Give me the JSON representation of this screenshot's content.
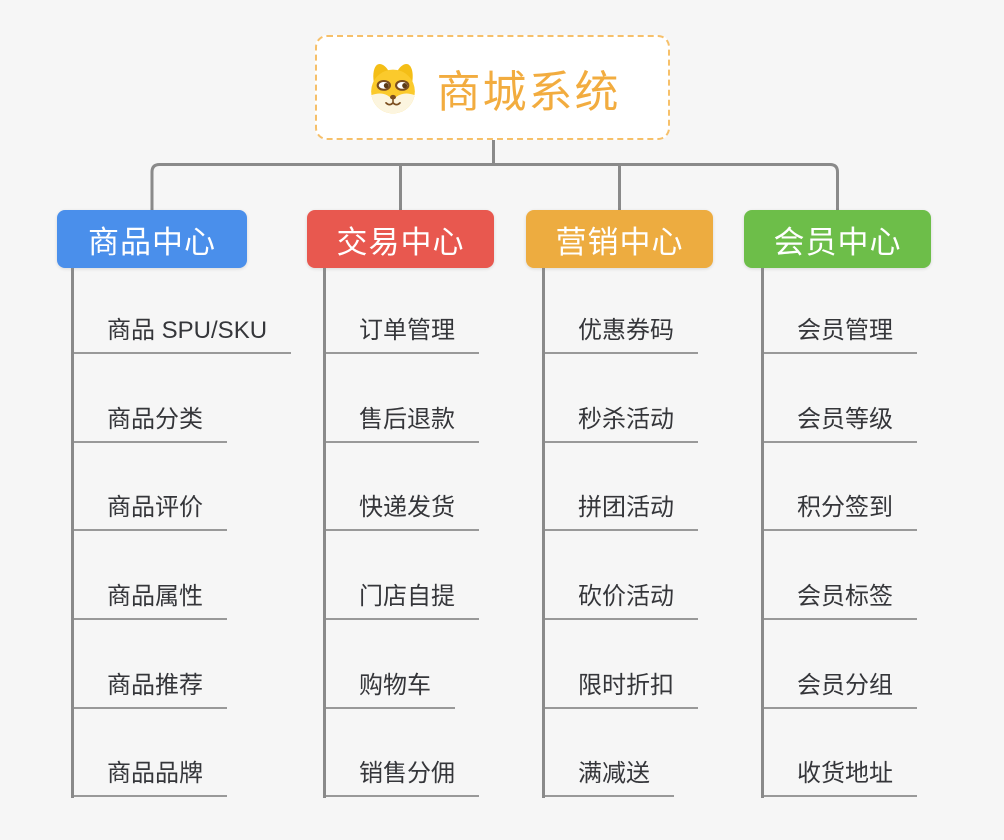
{
  "page": {
    "background_color": "#f6f6f6",
    "connector_color": "#8a8a8a",
    "underline_color": "#999999",
    "child_text_color": "#35363a"
  },
  "root": {
    "title": "商城系统",
    "icon": "doge-icon",
    "text_color": "#f2ac3f",
    "border_color": "#f6c06a"
  },
  "branches": [
    {
      "label": "商品中心",
      "color": "#4a8feb",
      "children": [
        "商品 SPU/SKU",
        "商品分类",
        "商品评价",
        "商品属性",
        "商品推荐",
        "商品品牌"
      ]
    },
    {
      "label": "交易中心",
      "color": "#e8584f",
      "children": [
        "订单管理",
        "售后退款",
        "快递发货",
        "门店自提",
        "购物车",
        "销售分佣"
      ]
    },
    {
      "label": "营销中心",
      "color": "#edac40",
      "children": [
        "优惠券码",
        "秒杀活动",
        "拼团活动",
        "砍价活动",
        "限时折扣",
        "满减送"
      ]
    },
    {
      "label": "会员中心",
      "color": "#6dbe49",
      "children": [
        "会员管理",
        "会员等级",
        "积分签到",
        "会员标签",
        "会员分组",
        "收货地址"
      ]
    }
  ]
}
